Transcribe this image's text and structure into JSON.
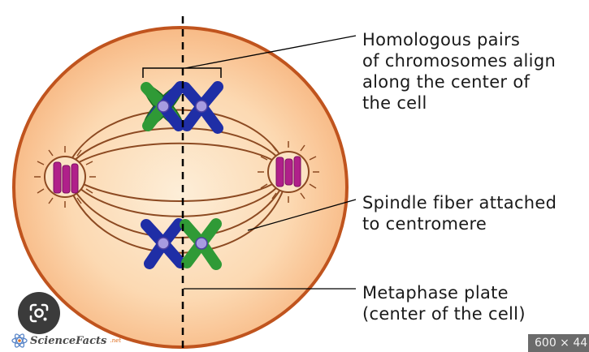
{
  "labels": {
    "homologous": [
      "Homologous pairs",
      "of chromosomes align",
      "along the center of",
      "the cell"
    ],
    "spindle": [
      "Spindle fiber attached",
      "to centromere"
    ],
    "metaphase": [
      "Metaphase plate",
      "(center of the cell)"
    ]
  },
  "branding": {
    "site_name": "ScienceFacts",
    "site_tld": ".net"
  },
  "image_dimensions_badge": "600 × 44",
  "colors": {
    "cell_fill": "#fde0bf",
    "cell_outline": "#c0541e",
    "spindle_fiber": "#8c4a22",
    "chromatid_green": "#2f9a36",
    "chromatid_blue": "#1f2ea6",
    "centromere": "#a79be0",
    "centriole": "#b0208a",
    "metaphase_line": "#000000"
  },
  "icons": {
    "lens": "google-lens-icon",
    "atom_logo": "atom-icon"
  }
}
